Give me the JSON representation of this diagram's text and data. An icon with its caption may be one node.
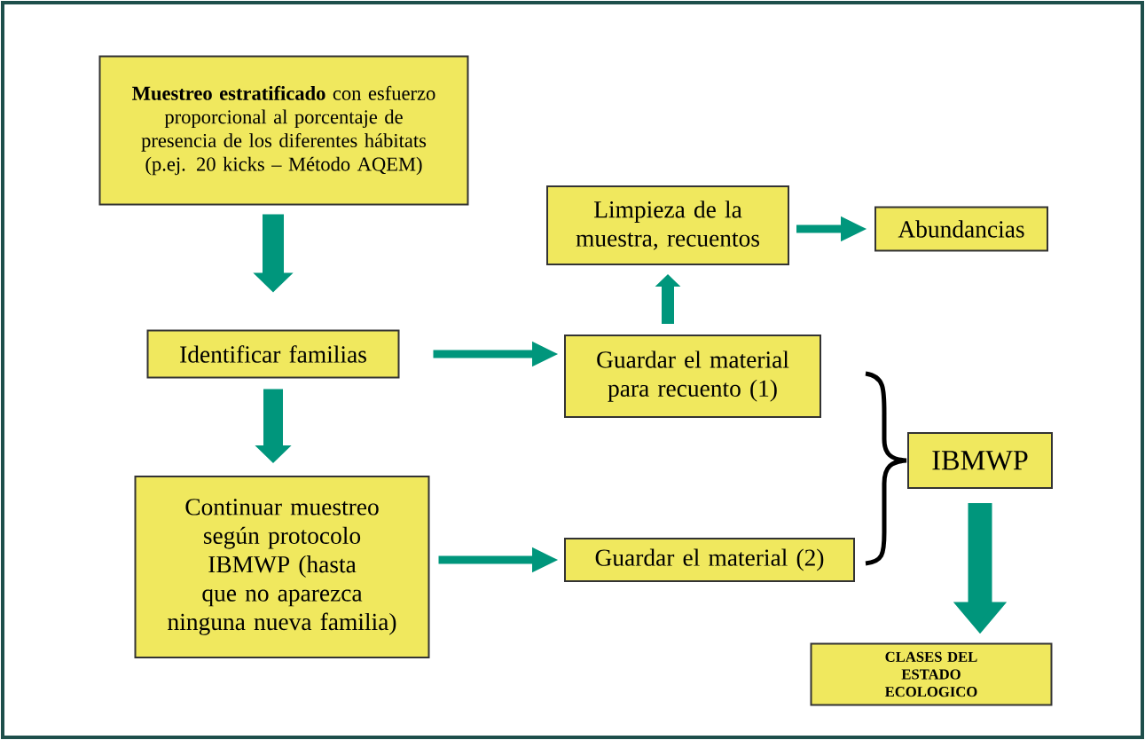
{
  "diagram": {
    "nodes": [
      {
        "text": [
          "**Muestreo estratificado** con esfuerzo proporcional al porcentaje de presencia de los diferentes hábitats",
          "(p.ej. 20 kicks – Método AQEM)"
        ]
      },
      {
        "text": [
          "Identificar familias"
        ]
      },
      {
        "text": [
          "Continuar muestreo según protocolo IBMWP (hasta que no aparezca ninguna nueva familia)"
        ]
      },
      {
        "text": [
          "Limpieza de la muestra, recuentos"
        ]
      },
      {
        "text": [
          "Abundancias"
        ]
      },
      {
        "text": [
          "Guardar el material para recuento (1)"
        ]
      },
      {
        "text": [
          "Guardar el material (2)"
        ]
      },
      {
        "text": [
          "IBMWP"
        ]
      },
      {
        "text": [
          "CLASES DEL ESTADO ECOLOGICO"
        ]
      }
    ],
    "edges": [
      {
        "from": 0,
        "to": 1,
        "arrow": "to"
      },
      {
        "from": 1,
        "to": 2,
        "arrow": "to"
      },
      {
        "from": 1,
        "to": 5,
        "arrow": "to"
      },
      {
        "from": 2,
        "to": 6,
        "arrow": "to"
      },
      {
        "from": 5,
        "to": 3,
        "arrow": "to"
      },
      {
        "from": 3,
        "to": 4,
        "arrow": "to"
      },
      {
        "from": 7,
        "to": 8,
        "arrow": "to",
        "style": "thick"
      }
    ]
  }
}
